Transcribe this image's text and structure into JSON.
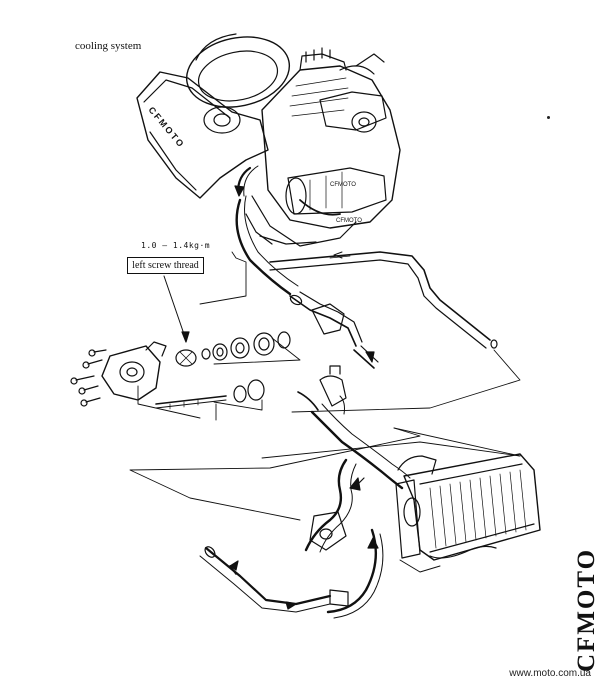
{
  "page_title": "cooling system",
  "torque_spec": "1.0 — 1.4kg·m",
  "thread_label": "left screw thread",
  "brand": "CFMOTO",
  "watermark": "www.moto.com.ua",
  "engine_casting_text": "CFMOTO",
  "stroke_color": "#111111",
  "icons": [
    "engine-drawing",
    "water-pump-exploded-view",
    "radiator-drawing",
    "coolant-flow-arrow"
  ]
}
